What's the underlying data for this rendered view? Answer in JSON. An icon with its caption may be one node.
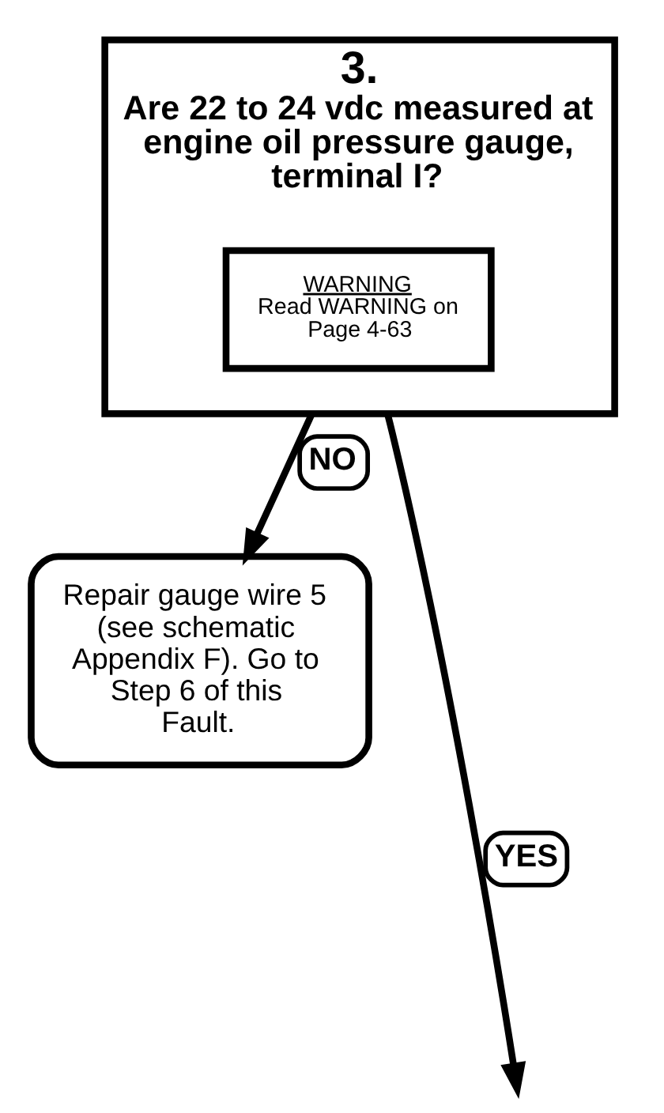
{
  "diagram": {
    "nodes": [
      {
        "text": [
          "3.",
          "Are 22 to 24 vdc measured at engine oil pressure gauge, terminal I?"
        ]
      },
      {
        "text": [
          "WARNING",
          "Read WARNING on Page 4-63"
        ],
        "in": 0
      },
      {
        "text": [
          "Repair gauge wire 5 (see schematic Appendix F). Go to Step 6 of this Fault."
        ]
      }
    ],
    "edges": [
      {
        "from": 0,
        "to": 2,
        "arrow": "to",
        "label": "NO"
      },
      {
        "from": 0,
        "to": null,
        "arrow": "to",
        "label": "YES"
      }
    ]
  }
}
